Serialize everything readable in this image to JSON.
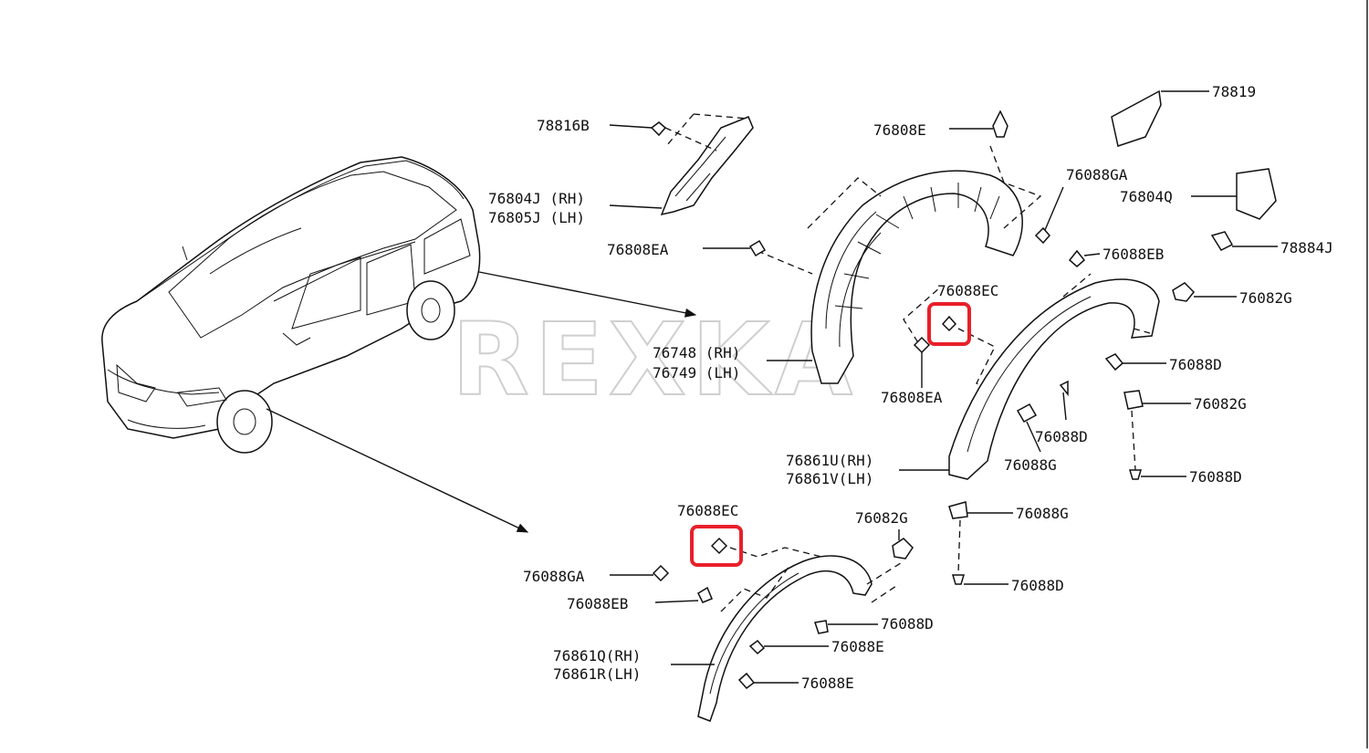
{
  "watermark": "REXKA",
  "highlight_color": "#e8202a",
  "labels": {
    "p78816B": "78816B",
    "p76804J": "76804J (RH)",
    "p76805J": "76805J (LH)",
    "p76808EA_a": "76808EA",
    "p76808E": "76808E",
    "p78819": "78819",
    "p76088GA_a": "76088GA",
    "p76804Q": "76804Q",
    "p78884J": "78884J",
    "p76088EB_a": "76088EB",
    "p76088EC_a": "76088EC",
    "p76082G_a": "76082G",
    "p76748": "76748 (RH)",
    "p76749": "76749 (LH)",
    "p76808EA_b": "76808EA",
    "p76088D_a": "76088D",
    "p76082G_b": "76082G",
    "p76088D_b": "76088D",
    "p76861U": "76861U(RH)",
    "p76861V": "76861V(LH)",
    "p76088G_a": "76088G",
    "p76088D_c": "76088D",
    "p76088G_b": "76088G",
    "p76088D_d": "76088D",
    "p76088EC_b": "76088EC",
    "p76082G_c": "76082G",
    "p76088GA_b": "76088GA",
    "p76088EB_b": "76088EB",
    "p76088D_e": "76088D",
    "p76088E_a": "76088E",
    "p76861Q": "76861Q(RH)",
    "p76861R": "76861R(LH)",
    "p76088E_b": "76088E"
  }
}
